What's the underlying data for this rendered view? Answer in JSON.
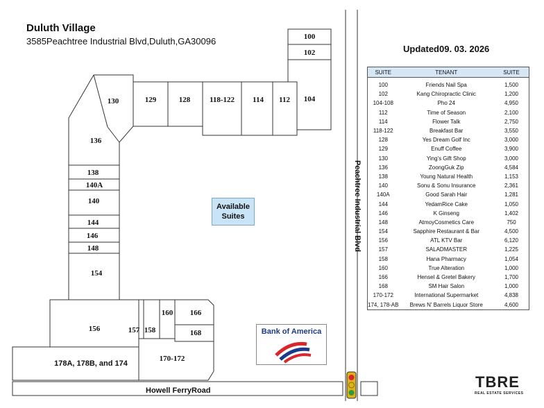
{
  "header": {
    "title": "Duluth Village",
    "address": "3585Peachtree Industrial Blvd,Duluth,GA30096",
    "updated": "Updated09. 03. 2026"
  },
  "plan": {
    "units": {
      "u100": "100",
      "u102": "102",
      "u104": "104",
      "u112": "112",
      "u114": "114",
      "u118": "118-122",
      "u128": "128",
      "u129": "129",
      "u130": "130",
      "u136": "136",
      "u138": "138",
      "u140a": "140A",
      "u140": "140",
      "u144": "144",
      "u146": "146",
      "u148": "148",
      "u154": "154",
      "u156": "156",
      "u157": "157",
      "u158": "158",
      "u160": "160",
      "u166": "166",
      "u168": "168",
      "u170": "170-172",
      "u178": "178A, 178B, and 174"
    },
    "available": {
      "line1": "Available",
      "line2": "Suites"
    },
    "streets": {
      "vertical": "Peachtree Industrial Blvd",
      "horizontal": "Howell FerryRoad"
    },
    "bank_logo": "Bank of America"
  },
  "table": {
    "headers": [
      "SUITE",
      "TENANT",
      "SUITE"
    ],
    "rows": [
      [
        "100",
        "Friends Nail Spa",
        "1,500"
      ],
      [
        "102",
        "Kang Chiropractic Clinic",
        "1,200"
      ],
      [
        "104-108",
        "Pho 24",
        "4,950"
      ],
      [
        "112",
        "Time of Season",
        "2,100"
      ],
      [
        "114",
        "Flower Talk",
        "2,750"
      ],
      [
        "118-122",
        "Breakfast Bar",
        "3,550"
      ],
      [
        "128",
        "Yes Dream Golf Inc",
        "3,000"
      ],
      [
        "129",
        "Enuff Coffee",
        "3,900"
      ],
      [
        "130",
        "Ying's Gift Shop",
        "3,000"
      ],
      [
        "136",
        "ZoongGuk Zip",
        "4,584"
      ],
      [
        "138",
        "Young Natural Health",
        "1,153"
      ],
      [
        "140",
        "Sonu & Sonu Insurance",
        "2,361"
      ],
      [
        "140A",
        "Good Sarah Hair",
        "1,281"
      ],
      [
        "144",
        "YedamRice Cake",
        "1,050"
      ],
      [
        "146",
        "K Ginseng",
        "1,402"
      ],
      [
        "148",
        "AtmoyCosmetics Care",
        "750"
      ],
      [
        "154",
        "Sapphire Restaurant & Bar",
        "4,500"
      ],
      [
        "156",
        "ATL KTV Bar",
        "6,120"
      ],
      [
        "157",
        "SALADMASTER",
        "1,225"
      ],
      [
        "158",
        "Hana Pharmacy",
        "1,054"
      ],
      [
        "160",
        "True Alteration",
        "1,000"
      ],
      [
        "166",
        "Hensel & Gretel Bakery",
        "1,700"
      ],
      [
        "168",
        "SM Hair Salon",
        "1,000"
      ],
      [
        "170-172",
        "International Supermarket",
        "4,838"
      ],
      [
        "174, 178-AB",
        "Brews N' Barrels Liquor Store",
        "4,600"
      ]
    ]
  },
  "logo": {
    "main": "TBRE",
    "sub": "REAL ESTATE SERVICES"
  },
  "colors": {
    "available_fill": "#c9e3f7",
    "table_header": "#d6e6f5",
    "bank_blue": "#1b3a8c",
    "bank_red": "#d8262c",
    "logo_red": "#d8262c"
  }
}
